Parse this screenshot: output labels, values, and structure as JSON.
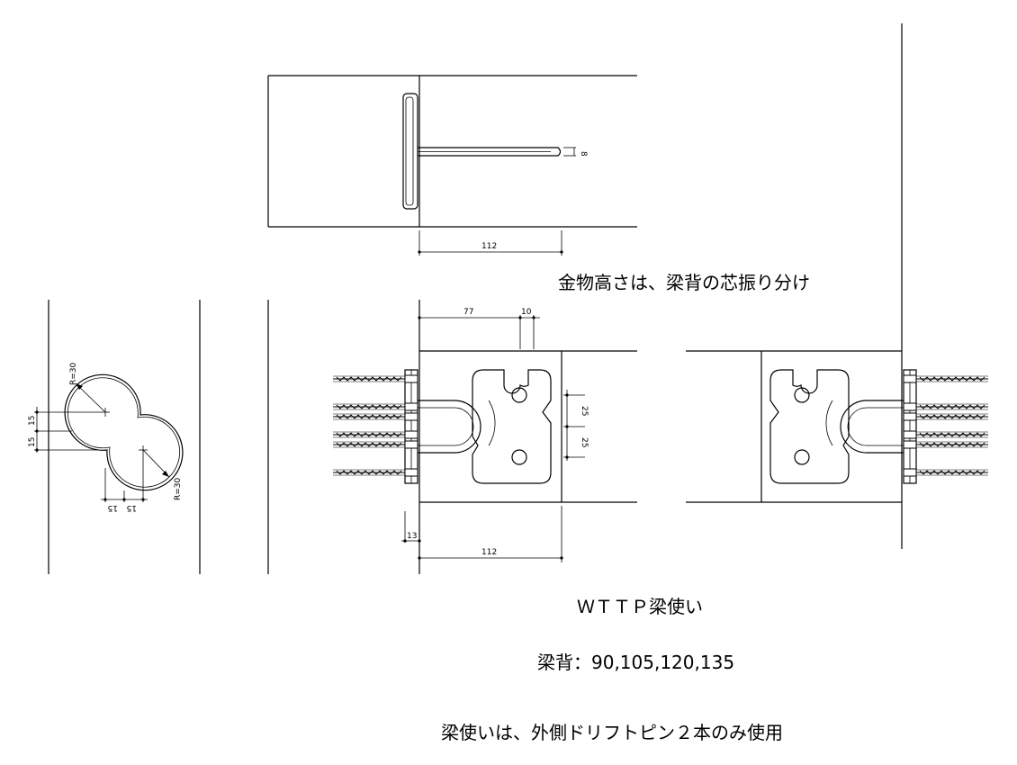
{
  "notes": {
    "height_note": "金物高さは、梁背の芯振り分け",
    "product": "ＷＴＴＰ梁使い",
    "depths": "梁背：90,105,120,135",
    "pin_note": "梁使いは、外側ドリフトピン２本のみ使用"
  },
  "dims": {
    "top_length": "112",
    "top_thickness": "8",
    "offset_77": "77",
    "gap_10": "10",
    "spacing_a": "25",
    "spacing_b": "25",
    "edge_13": "13",
    "main_length": "112",
    "r_upper": "R=30",
    "r_lower": "R=30",
    "off_v1": "15",
    "off_v2": "15",
    "off_h1": "15",
    "off_h2": "15"
  }
}
